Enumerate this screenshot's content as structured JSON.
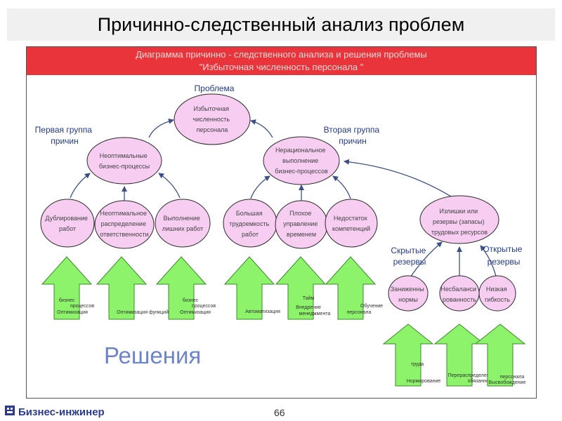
{
  "slide": {
    "title": "Причинно-следственный анализ проблем",
    "page_number": "66",
    "brand": "Бизнес-инжинер"
  },
  "diagram": {
    "header_line1": "Диаграмма причинно - следственного анализа и решения проблемы",
    "header_line2": "\"Избыточная численность персонала \"",
    "problem_label": "Проблема",
    "problem": [
      "Избыточная",
      "численность",
      "персонала"
    ],
    "group1_label": [
      "Первая группа",
      "причин"
    ],
    "group2_label": [
      "Вторая группа",
      "причин"
    ],
    "group1": [
      "Неоптимальные",
      "бизнес-процессы"
    ],
    "group2": [
      "Нерациональное",
      "выполнение",
      "бизнес-процессов"
    ],
    "group3": [
      "Излишки или",
      "резервы (запасы)",
      "трудовых ресурсов"
    ],
    "cause1": [
      "Дублирование",
      "работ"
    ],
    "cause2": [
      "Неоптимальное",
      "распределение",
      "ответственности"
    ],
    "cause3": [
      "Выполнение",
      "лишних работ"
    ],
    "cause4": [
      "Большая",
      "трудоемкость",
      "работ"
    ],
    "cause5": [
      "Плохое",
      "управление",
      "временем"
    ],
    "cause6": [
      "Недостаток",
      "компетенций"
    ],
    "hidden_label": [
      "Скрытые",
      "резервы"
    ],
    "open_label": [
      "Открытые",
      "резервы"
    ],
    "reserve1": [
      "Заниженны",
      "нормы"
    ],
    "reserve2": [
      "Несбаланси",
      "рованность"
    ],
    "reserve3": [
      "Низкая",
      "гибкость"
    ],
    "solutions_label": "Решения",
    "arrow1": [
      "бизнес",
      "процессов",
      "Оптимизация"
    ],
    "arrow2": [
      "Оптимизация функций"
    ],
    "arrow3": [
      "бизнес",
      "процессов",
      "Оптимизация"
    ],
    "arrow4": [
      "Автоматизация"
    ],
    "arrow5": [
      "Тайм",
      "Внедрение",
      "менеджмента"
    ],
    "arrow6": [
      "Обучение",
      "персонала"
    ],
    "arrow7": [
      "труда",
      "Нормирование"
    ],
    "arrow8": [
      "Перераспределение",
      "обязанностей"
    ],
    "arrow9": [
      "персонала",
      "Высвобождение"
    ]
  },
  "colors": {
    "title_band": "#f0f0f0",
    "header_band": "#e8343a",
    "header_text": "#f7d8d8",
    "node_fill": "#f7cdf2",
    "node_stroke": "#2a2a2a",
    "connector": "#3c4f86",
    "arrow_fill": "#8df36a",
    "arrow_stroke": "#3b8a2a",
    "group_label": "#233a8c",
    "solutions_text": "#6d84c9",
    "brand": "#2b3a8f"
  }
}
